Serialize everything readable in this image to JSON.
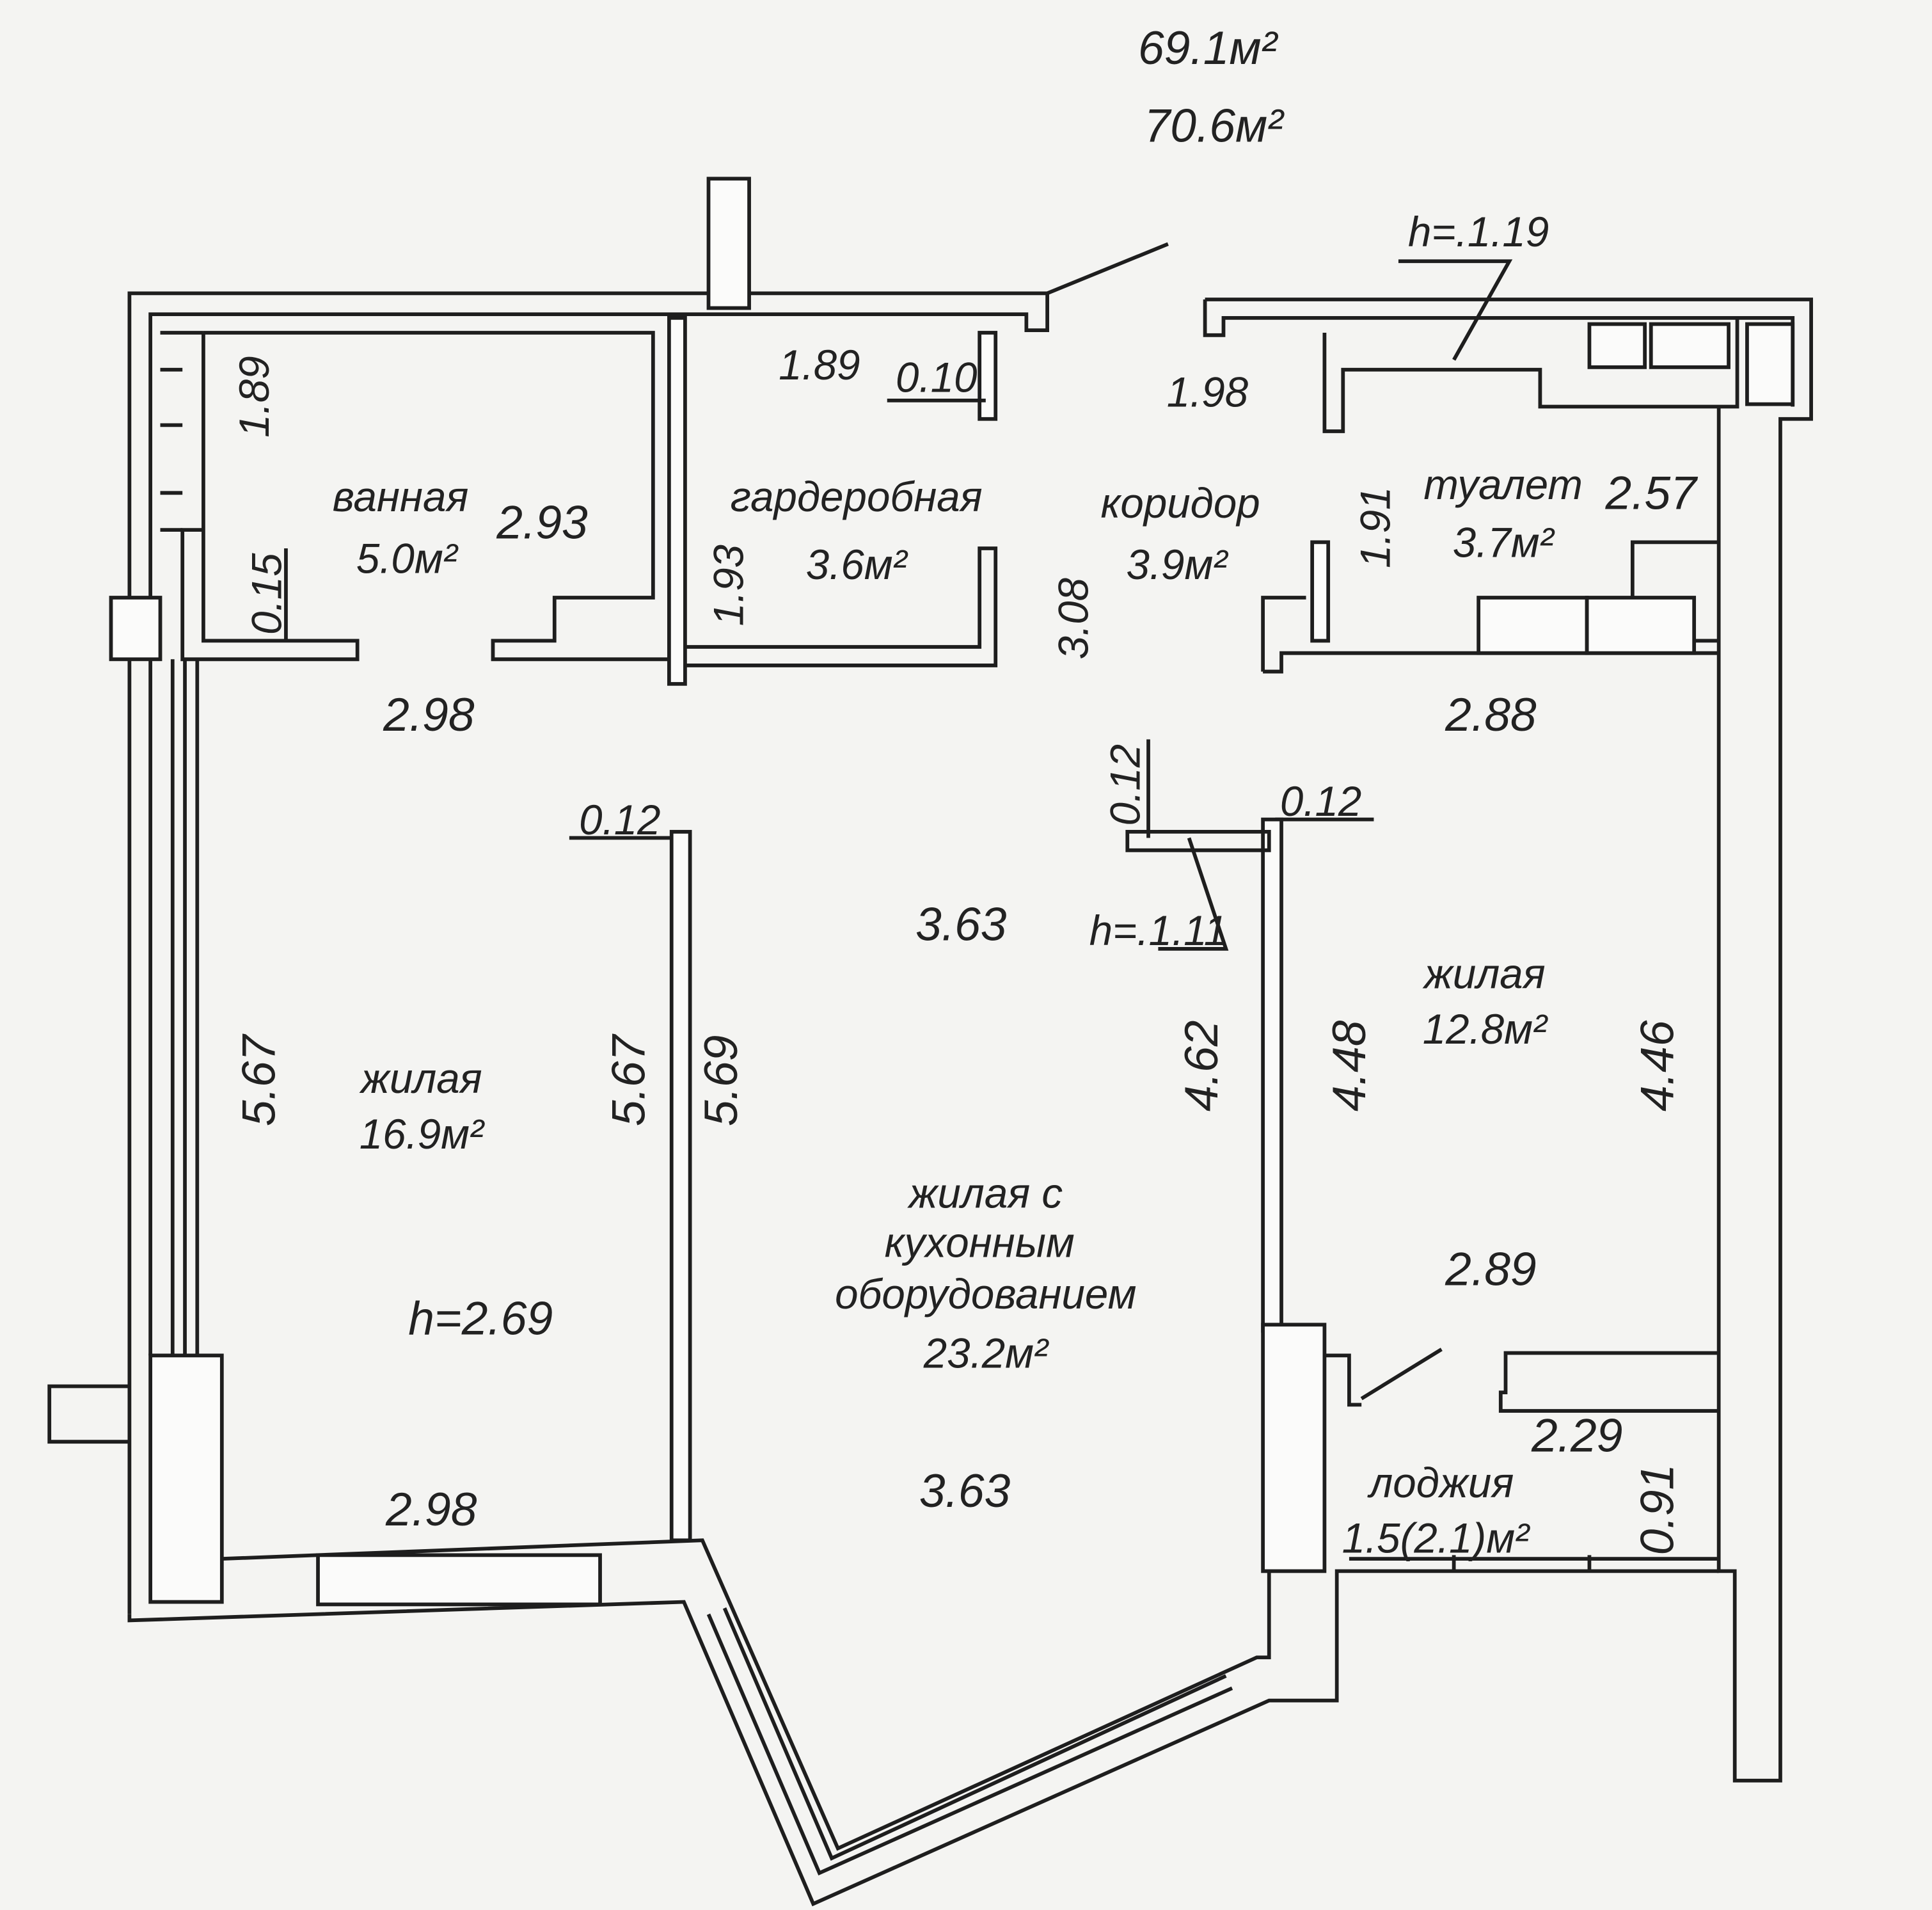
{
  "totals": {
    "area_1": "69.1м²",
    "area_2": "70.6м²"
  },
  "heights": {
    "top": "h=.1.19",
    "middle": "h=.1.11",
    "ceiling": "h=2.69"
  },
  "rooms": {
    "bathroom": {
      "name": "ванная",
      "area": "5.0м²"
    },
    "wardrobe": {
      "name": "гардеробная",
      "area": "3.6м²"
    },
    "corridor": {
      "name": "коридор",
      "area": "3.9м²"
    },
    "toilet": {
      "name": "туалет",
      "area": "3.7м²"
    },
    "living_left": {
      "name": "жилая",
      "area": "16.9м²"
    },
    "living_right": {
      "name": "жилая",
      "area": "12.8м²"
    },
    "living_kitchen": {
      "line1": "жилая с",
      "line2": "кухонным",
      "line3": "оборудованием",
      "area": "23.2м²"
    },
    "loggia": {
      "name": "лоджия",
      "area": "1.5(2.1)м²"
    }
  },
  "dimensions": {
    "bath_height_left": "1.89",
    "bath_width": "2.93",
    "bath_stub": "0.15",
    "wardrobe_top": "1.89",
    "wardrobe_wall": "0.10",
    "wardrobe_side": "1.93",
    "corridor_top": "1.98",
    "corridor_side": "3.08",
    "toilet_side": "1.91",
    "toilet_width": "2.57",
    "left_room_top": "2.98",
    "right_room_top": "2.88",
    "wall_left": "0.12",
    "wall_mid": "0.12",
    "wall_right": "0.12",
    "kitchen_top": "3.63",
    "kitchen_bottom": "3.63",
    "left_room_side_a": "5.67",
    "left_room_side_b": "5.67",
    "kitchen_left": "5.69",
    "kitchen_right": "4.62",
    "right_room_left": "4.48",
    "right_room_right": "4.46",
    "right_room_bottom": "2.89",
    "loggia_width": "2.29",
    "loggia_depth": "0.91",
    "left_room_bottom": "2.98"
  }
}
